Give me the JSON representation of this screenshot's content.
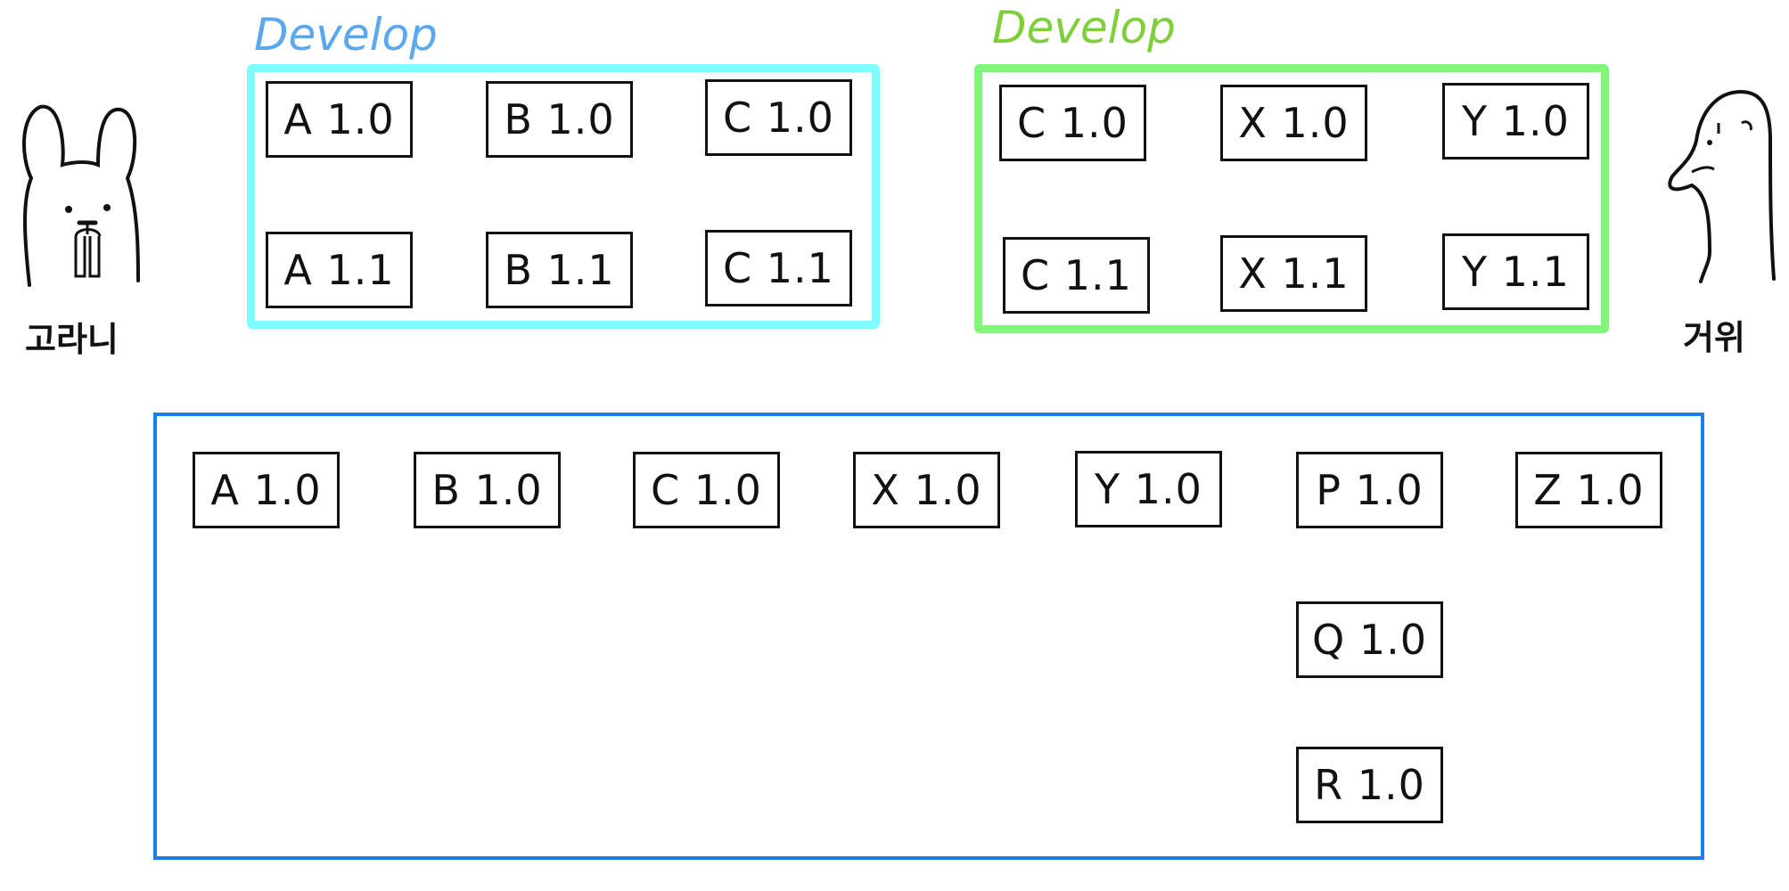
{
  "left_group": {
    "title": "Develop",
    "title_color": "#5aa8f0",
    "border_color": "#7ffcff",
    "items": [
      "A 1.0",
      "B 1.0",
      "C 1.0",
      "A 1.1",
      "B 1.1",
      "C 1.1"
    ]
  },
  "right_group": {
    "title": "Develop",
    "title_color": "#7fcf3a",
    "border_color": "#82f57a",
    "items": [
      "C 1.0",
      "X 1.0",
      "Y 1.0",
      "C 1.1",
      "X 1.1",
      "Y 1.1"
    ]
  },
  "left_character": {
    "icon": "rabbit-icon",
    "name": "고라니"
  },
  "right_character": {
    "icon": "goose-icon",
    "name": "거위"
  },
  "bottom_group": {
    "border_color": "#1a7fe8",
    "row1": [
      "A 1.0",
      "B 1.0",
      "C 1.0",
      "X 1.0",
      "Y 1.0",
      "P 1.0",
      "Z 1.0"
    ],
    "column_items": [
      "Q 1.0",
      "R 1.0"
    ]
  }
}
